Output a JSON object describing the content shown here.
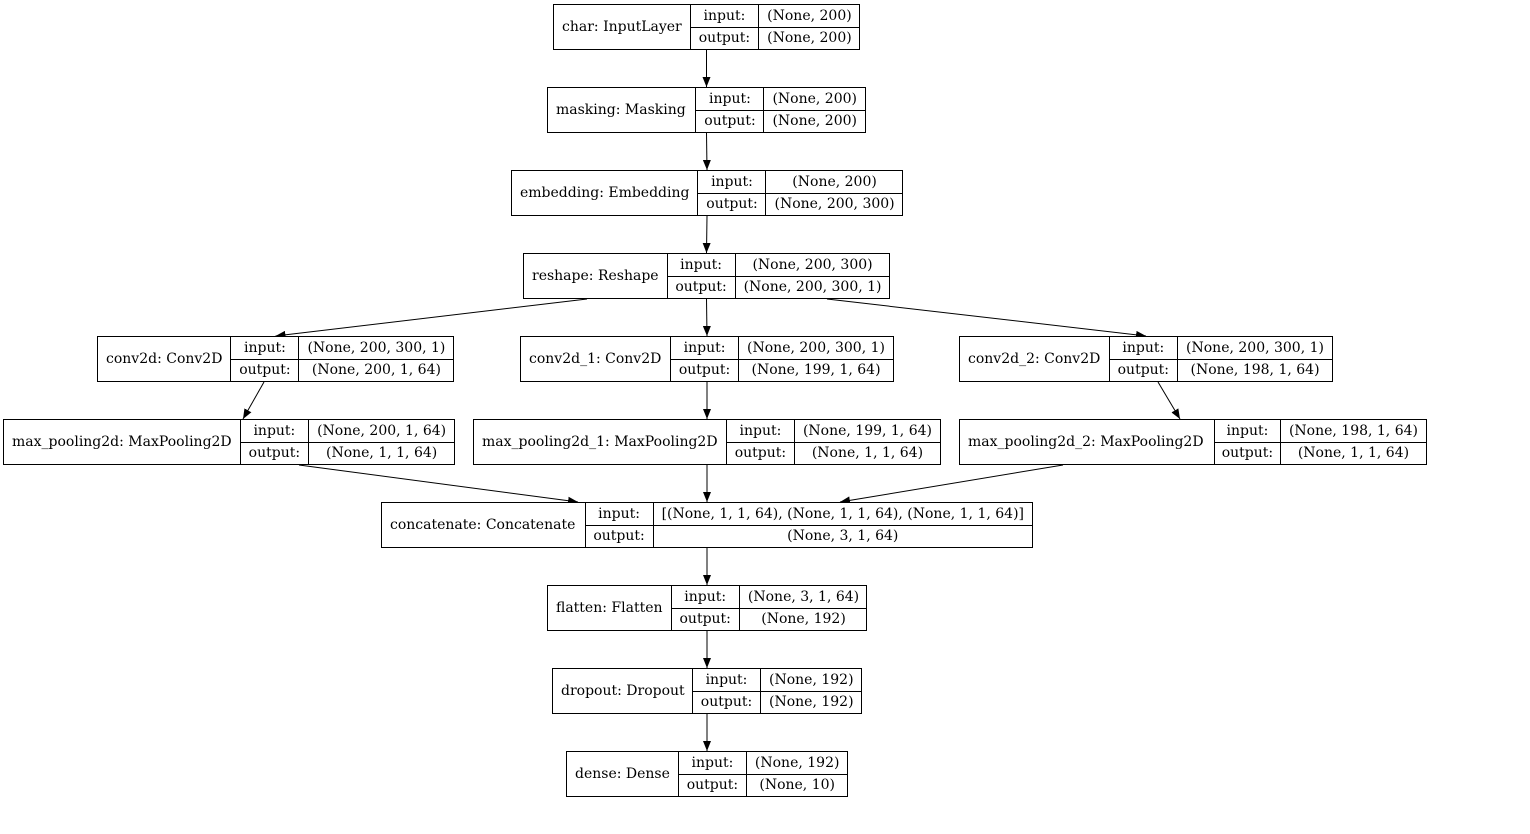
{
  "nodes": [
    {
      "id": "char",
      "name": "char: InputLayer",
      "input_label": "input:",
      "output_label": "output:",
      "input": "(None, 200)",
      "output": "(None, 200)"
    },
    {
      "id": "masking",
      "name": "masking: Masking",
      "input_label": "input:",
      "output_label": "output:",
      "input": "(None, 200)",
      "output": "(None, 200)"
    },
    {
      "id": "embedding",
      "name": "embedding: Embedding",
      "input_label": "input:",
      "output_label": "output:",
      "input": "(None, 200)",
      "output": "(None, 200, 300)"
    },
    {
      "id": "reshape",
      "name": "reshape: Reshape",
      "input_label": "input:",
      "output_label": "output:",
      "input": "(None, 200, 300)",
      "output": "(None, 200, 300, 1)"
    },
    {
      "id": "conv2d",
      "name": "conv2d: Conv2D",
      "input_label": "input:",
      "output_label": "output:",
      "input": "(None, 200, 300, 1)",
      "output": "(None, 200, 1, 64)"
    },
    {
      "id": "conv2d_1",
      "name": "conv2d_1: Conv2D",
      "input_label": "input:",
      "output_label": "output:",
      "input": "(None, 200, 300, 1)",
      "output": "(None, 199, 1, 64)"
    },
    {
      "id": "conv2d_2",
      "name": "conv2d_2: Conv2D",
      "input_label": "input:",
      "output_label": "output:",
      "input": "(None, 200, 300, 1)",
      "output": "(None, 198, 1, 64)"
    },
    {
      "id": "max_pooling2d",
      "name": "max_pooling2d: MaxPooling2D",
      "input_label": "input:",
      "output_label": "output:",
      "input": "(None, 200, 1, 64)",
      "output": "(None, 1, 1, 64)"
    },
    {
      "id": "max_pooling2d_1",
      "name": "max_pooling2d_1: MaxPooling2D",
      "input_label": "input:",
      "output_label": "output:",
      "input": "(None, 199, 1, 64)",
      "output": "(None, 1, 1, 64)"
    },
    {
      "id": "max_pooling2d_2",
      "name": "max_pooling2d_2: MaxPooling2D",
      "input_label": "input:",
      "output_label": "output:",
      "input": "(None, 198, 1, 64)",
      "output": "(None, 1, 1, 64)"
    },
    {
      "id": "concatenate",
      "name": "concatenate: Concatenate",
      "input_label": "input:",
      "output_label": "output:",
      "input": "[(None, 1, 1, 64), (None, 1, 1, 64), (None, 1, 1, 64)]",
      "output": "(None, 3, 1, 64)"
    },
    {
      "id": "flatten",
      "name": "flatten: Flatten",
      "input_label": "input:",
      "output_label": "output:",
      "input": "(None, 3, 1, 64)",
      "output": "(None, 192)"
    },
    {
      "id": "dropout",
      "name": "dropout: Dropout",
      "input_label": "input:",
      "output_label": "output:",
      "input": "(None, 192)",
      "output": "(None, 192)"
    },
    {
      "id": "dense",
      "name": "dense: Dense",
      "input_label": "input:",
      "output_label": "output:",
      "input": "(None, 192)",
      "output": "(None, 10)"
    }
  ],
  "edges": [
    [
      "char",
      "masking"
    ],
    [
      "masking",
      "embedding"
    ],
    [
      "embedding",
      "reshape"
    ],
    [
      "reshape",
      "conv2d"
    ],
    [
      "reshape",
      "conv2d_1"
    ],
    [
      "reshape",
      "conv2d_2"
    ],
    [
      "conv2d",
      "max_pooling2d"
    ],
    [
      "conv2d_1",
      "max_pooling2d_1"
    ],
    [
      "conv2d_2",
      "max_pooling2d_2"
    ],
    [
      "max_pooling2d",
      "concatenate"
    ],
    [
      "max_pooling2d_1",
      "concatenate"
    ],
    [
      "max_pooling2d_2",
      "concatenate"
    ],
    [
      "concatenate",
      "flatten"
    ],
    [
      "flatten",
      "dropout"
    ],
    [
      "dropout",
      "dense"
    ]
  ]
}
